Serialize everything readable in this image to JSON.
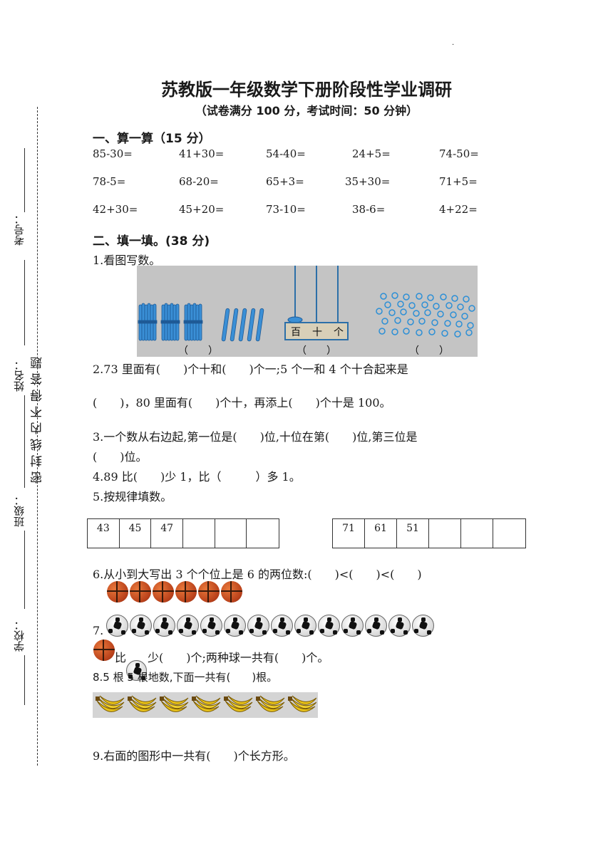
{
  "header_mark": "·",
  "title": "苏教版一年级数学下册阶段性学业调研",
  "subtitle": "（试卷满分 100 分，考试时间：50 分钟）",
  "margin": {
    "kaohao": "考号：",
    "xingming": "姓名：",
    "banji": "班级：",
    "xuexiao": "学校：",
    "seal_text": "密封线内不得答题"
  },
  "section1": {
    "title": "一、算一算（15 分）",
    "rows": [
      [
        "85-30=",
        "41+30=",
        "54-40=",
        "24+5=",
        "74-50="
      ],
      [
        "78-5=",
        "68-20=",
        "65+3=",
        "35+30=",
        "71+5="
      ],
      [
        "42+30=",
        "45+20=",
        "73-10=",
        "38-6=",
        "4+22="
      ]
    ]
  },
  "section2": {
    "title": "二、填一填。(38 分)",
    "q1": "1.看图写数。",
    "q1_abacus": {
      "bai": "百",
      "shi": "十",
      "ge": "个"
    },
    "q1_blanks": [
      "（　　）",
      "（　　）",
      "（　　）"
    ],
    "q2_line1": "2.73 里面有(　　)个十和(　　)个一;5 个一和 4 个十合起来是",
    "q2_line2": "(　　)，80 里面有(　　)个十，再添上(　　)个十是 100。",
    "q3_line1": "3.一个数从右边起,第一位是(　　)位,十位在第(　　)位,第三位是",
    "q3_line2": "(　　)位。",
    "q4": "4.89 比(　　)少 1，比（　　　）多 1。",
    "q5": "5.按规律填数。",
    "q5_seq1": [
      "43",
      "45",
      "47",
      "",
      "",
      ""
    ],
    "q5_seq2": [
      "71",
      "61",
      "51",
      "",
      "",
      ""
    ],
    "q6": "6.从小到大写出 3 个个位上是 6 的两位数:(　　)<(　　)<(　　)",
    "q7_num": "7.",
    "q7_bi": "比",
    "q7_rest": "少(　　)个;两种球一共有(　　)个。",
    "q8": "8.5 根 5 根地数,下面一共有(　　)根。",
    "q9": "9.右面的图形中一共有(　　)个长方形。"
  }
}
